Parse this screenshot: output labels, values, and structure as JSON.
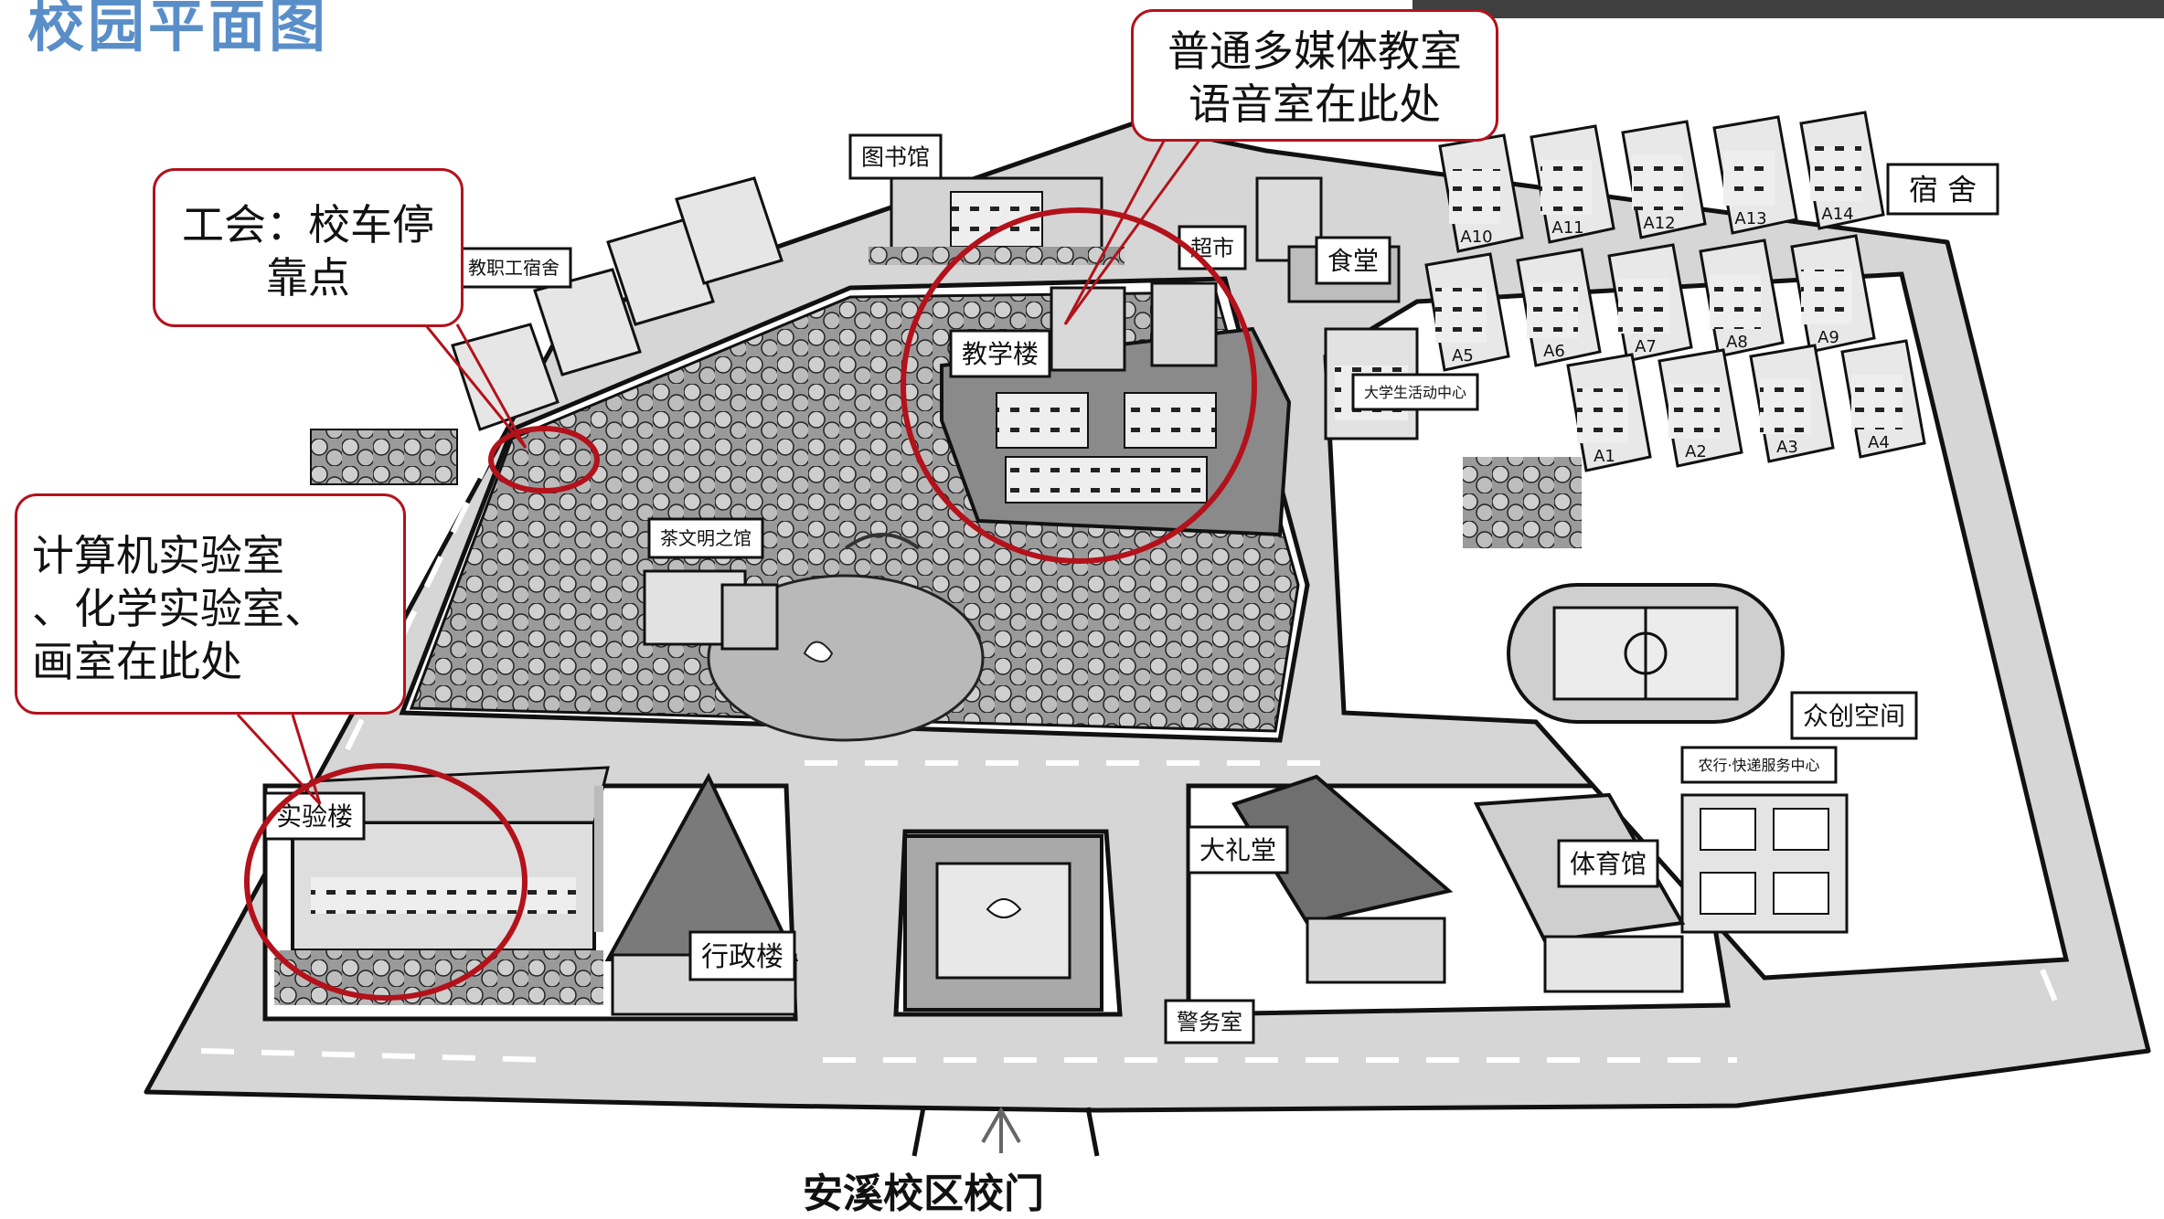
{
  "page": {
    "title": "校园平面图"
  },
  "callouts": {
    "union": {
      "line1": "工会：校车停",
      "line2": "靠点"
    },
    "multimedia": {
      "line1": "普通多媒体教室",
      "line2": "语音室在此处"
    },
    "labs": {
      "line1": "计算机实验室",
      "line2": "、化学实验室、",
      "line3": "画室在此处"
    }
  },
  "map": {
    "gate_label": "安溪校区校门",
    "buildings": {
      "library": "图书馆",
      "staff_apartment": "教职工宿舍",
      "supermarket": "超市",
      "canteen": "食堂",
      "teaching_building": "教学楼",
      "tea_culture_hall": "茶文明之馆",
      "student_center": "大学生活动中心",
      "dormitory": "宿 舍",
      "innovation_space": "众创空间",
      "bank_service": "农行·快递服务中心",
      "lab_building": "实验楼",
      "admin_building": "行政楼",
      "auditorium": "大礼堂",
      "gymnasium": "体育馆",
      "guard_room": "警务室"
    },
    "dorm_blocks": [
      "A10",
      "A11",
      "A12",
      "A13",
      "A14",
      "A5",
      "A6",
      "A7",
      "A8",
      "A9",
      "A1",
      "A2",
      "A3",
      "A4"
    ]
  },
  "colors": {
    "title": "#5a8ec8",
    "highlight_red": "#b3121b",
    "road": "#d6d6d6",
    "outline": "#111111"
  }
}
